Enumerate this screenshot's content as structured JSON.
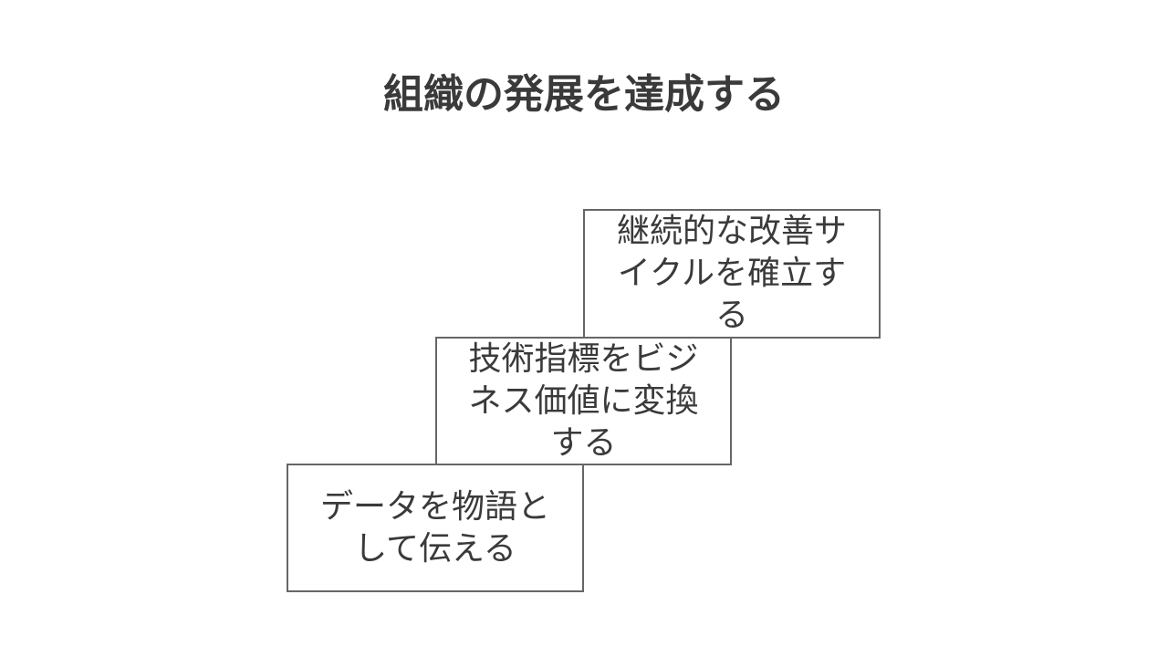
{
  "title": "組織の発展を達成する",
  "steps": [
    {
      "label": "データを物語として伝える"
    },
    {
      "label": "技術指標をビジネス価値に変換する"
    },
    {
      "label": "継続的な改善サイクルを確立する"
    }
  ],
  "colors": {
    "text": "#3a3a3a",
    "border": "#666666",
    "background": "#ffffff"
  }
}
